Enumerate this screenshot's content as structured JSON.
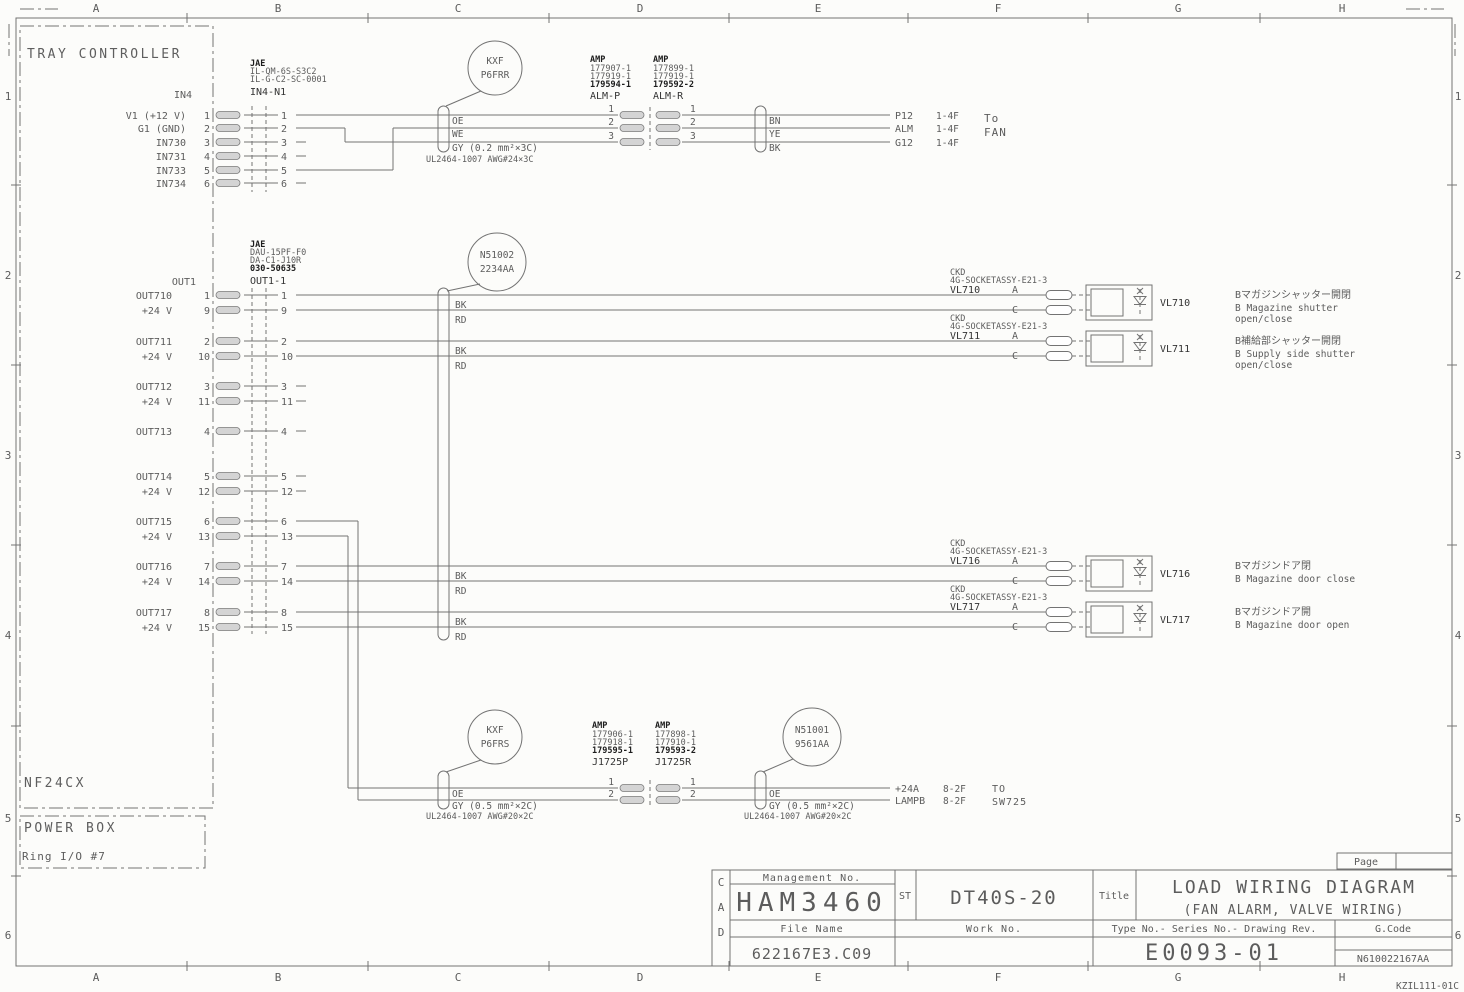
{
  "frame": {
    "cols": [
      "A",
      "B",
      "C",
      "D",
      "E",
      "F",
      "G",
      "H"
    ],
    "rows": [
      "1",
      "2",
      "3",
      "4",
      "5",
      "6"
    ],
    "doc_code": "KZIL111-01C"
  },
  "tray_controller": {
    "title": "TRAY CONTROLLER",
    "board": "NF24CX"
  },
  "power_box": {
    "title": "POWER BOX",
    "ring": "Ring I/O #7"
  },
  "in4": {
    "name": "IN4",
    "connector": {
      "vendor": "JAE",
      "part1": "IL-QM-6S-S3C2",
      "part2": "IL-G-C2-SC-0001",
      "ref": "IN4-N1"
    },
    "pins": [
      {
        "label": "V1 (+12 V)",
        "no": "1"
      },
      {
        "label": "G1 (GND)",
        "no": "2"
      },
      {
        "label": "IN730",
        "no": "3"
      },
      {
        "label": "IN731",
        "no": "4"
      },
      {
        "label": "IN733",
        "no": "5"
      },
      {
        "label": "IN734",
        "no": "6"
      }
    ]
  },
  "fan": {
    "plug": {
      "maker": "KXF",
      "ref": "P6FRR"
    },
    "alm_p": {
      "maker": "AMP",
      "part1": "177907-1",
      "part2": "177919-1",
      "part3": "179594-1",
      "ref": "ALM-P",
      "pin1": "1",
      "pin2": "2",
      "pin3": "3"
    },
    "alm_r": {
      "maker": "AMP",
      "part1": "177899-1",
      "part2": "177919-1",
      "part3": "179592-2",
      "ref": "ALM-R",
      "pin1": "1",
      "pin2": "2",
      "pin3": "3"
    },
    "cable_left": {
      "w1": "OE",
      "w2": "WE",
      "spec": "GY (0.2 mm²×3C)",
      "ul": "UL2464-1007 AWG#24×3C"
    },
    "cable_right": {
      "w1": "BN",
      "w2": "YE",
      "w3": "BK"
    },
    "dest1": {
      "sig": "P12",
      "loc": "1-4F"
    },
    "dest2": {
      "sig": "ALM",
      "loc": "1-4F"
    },
    "dest3": {
      "sig": "G12",
      "loc": "1-4F"
    },
    "to1": "To",
    "to2": "FAN"
  },
  "out1": {
    "name": "OUT1",
    "connector": {
      "vendor": "JAE",
      "part1": "DAU-15PF-F0",
      "part2": "DA-C1-J10R",
      "part3": "030-50635",
      "ref": "OUT1-1"
    },
    "cable_tag": {
      "id": "N51002",
      "code": "2234AA"
    },
    "rows": [
      {
        "out": "OUT710",
        "outNo": "1",
        "pwr": "+24 V",
        "pwrNo": "9",
        "w1": "BK",
        "w2": "RD"
      },
      {
        "out": "OUT711",
        "outNo": "2",
        "pwr": "+24 V",
        "pwrNo": "10",
        "w1": "BK",
        "w2": "RD"
      },
      {
        "out": "OUT712",
        "outNo": "3",
        "pwr": "+24 V",
        "pwrNo": "11"
      },
      {
        "out": "OUT713",
        "outNo": "4"
      },
      {
        "out": "OUT714",
        "outNo": "5",
        "pwr": "+24 V",
        "pwrNo": "12"
      },
      {
        "out": "OUT715",
        "outNo": "6",
        "pwr": "+24 V",
        "pwrNo": "13"
      },
      {
        "out": "OUT716",
        "outNo": "7",
        "pwr": "+24 V",
        "pwrNo": "14",
        "w1": "BK",
        "w2": "RD"
      },
      {
        "out": "OUT717",
        "outNo": "8",
        "pwr": "+24 V",
        "pwrNo": "15",
        "w1": "BK",
        "w2": "RD"
      }
    ]
  },
  "valves": [
    {
      "maker": "CKD",
      "assy": "4G-SOCKETASSY-E21-3",
      "id": "VL710",
      "pinA": "A",
      "pinC": "C",
      "tag": "VL710",
      "desc_jp": "Bマガジンシャッター開閉",
      "desc_en": "B Magazine shutter",
      "desc_en2": "open/close"
    },
    {
      "maker": "CKD",
      "assy": "4G-SOCKETASSY-E21-3",
      "id": "VL711",
      "pinA": "A",
      "pinC": "C",
      "tag": "VL711",
      "desc_jp": "B補給部シャッター開閉",
      "desc_en": "B Supply side shutter",
      "desc_en2": "open/close"
    },
    {
      "maker": "CKD",
      "assy": "4G-SOCKETASSY-E21-3",
      "id": "VL716",
      "pinA": "A",
      "pinC": "C",
      "tag": "VL716",
      "desc_jp": "Bマガジンドア閉",
      "desc_en": "B Magazine door close",
      "desc_en2": ""
    },
    {
      "maker": "CKD",
      "assy": "4G-SOCKETASSY-E21-3",
      "id": "VL717",
      "pinA": "A",
      "pinC": "C",
      "tag": "VL717",
      "desc_jp": "Bマガジンドア開",
      "desc_en": "B Magazine door open",
      "desc_en2": ""
    }
  ],
  "lamp": {
    "plug": {
      "maker": "KXF",
      "ref": "P6FRS"
    },
    "j1725p": {
      "maker": "AMP",
      "part1": "177906-1",
      "part2": "177918-1",
      "part3": "179595-1",
      "ref": "J1725P",
      "pin1": "1",
      "pin2": "2"
    },
    "j1725r": {
      "maker": "AMP",
      "part1": "177898-1",
      "part2": "177910-1",
      "part3": "179593-2",
      "ref": "J1725R",
      "pin1": "1",
      "pin2": "2"
    },
    "cable_tag": {
      "id": "N51001",
      "code": "9561AA"
    },
    "cable_left": {
      "w1": "OE",
      "spec": "GY (0.5 mm²×2C)",
      "ul": "UL2464-1007 AWG#20×2C"
    },
    "cable_right": {
      "w1": "OE",
      "spec": "GY (0.5 mm²×2C)",
      "ul": "UL2464-1007 AWG#20×2C"
    },
    "dest1": {
      "sig": "+24A",
      "loc": "8-2F"
    },
    "dest2": {
      "sig": "LAMPB",
      "loc": "8-2F"
    },
    "to1": "TO",
    "to2": "SW725"
  },
  "title_block": {
    "cad1": "C",
    "cad2": "A",
    "cad3": "D",
    "page_label": "Page",
    "management_label": "Management No.",
    "management_no": "HAM3460",
    "st_label": "ST",
    "st_value": "DT40S-20",
    "title_label": "Title",
    "title": "LOAD WIRING DIAGRAM",
    "subtitle": "(FAN ALARM, VALVE WIRING)",
    "file_label": "File Name",
    "file_name": "622167E3.C09",
    "work_label": "Work No.",
    "type_label": "Type No.- Series No.- Drawing Rev.",
    "drawing_no": "E0093-01",
    "gcode_label": "G.Code",
    "gcode": "N610022167AA"
  }
}
